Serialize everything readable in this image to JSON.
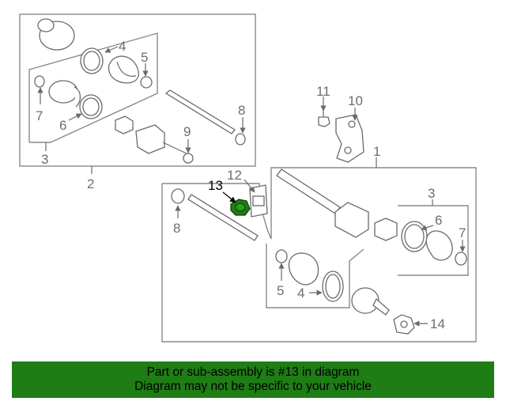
{
  "diagram": {
    "callouts": {
      "c1": "1",
      "c2": "2",
      "c3a": "3",
      "c3b": "3",
      "c4a": "4",
      "c4b": "4",
      "c5a": "5",
      "c5b": "5",
      "c6a": "6",
      "c6b": "6",
      "c7a": "7",
      "c7b": "7",
      "c8a": "8",
      "c8b": "8",
      "c9": "9",
      "c10": "10",
      "c11": "11",
      "c12": "12",
      "c13": "13",
      "c14": "14"
    },
    "highlight_color": "#1e7d14"
  },
  "banner": {
    "line1": "Part or sub-assembly is #13 in diagram",
    "line2": "Diagram may not be specific to your vehicle",
    "color": "#1e7d14"
  }
}
